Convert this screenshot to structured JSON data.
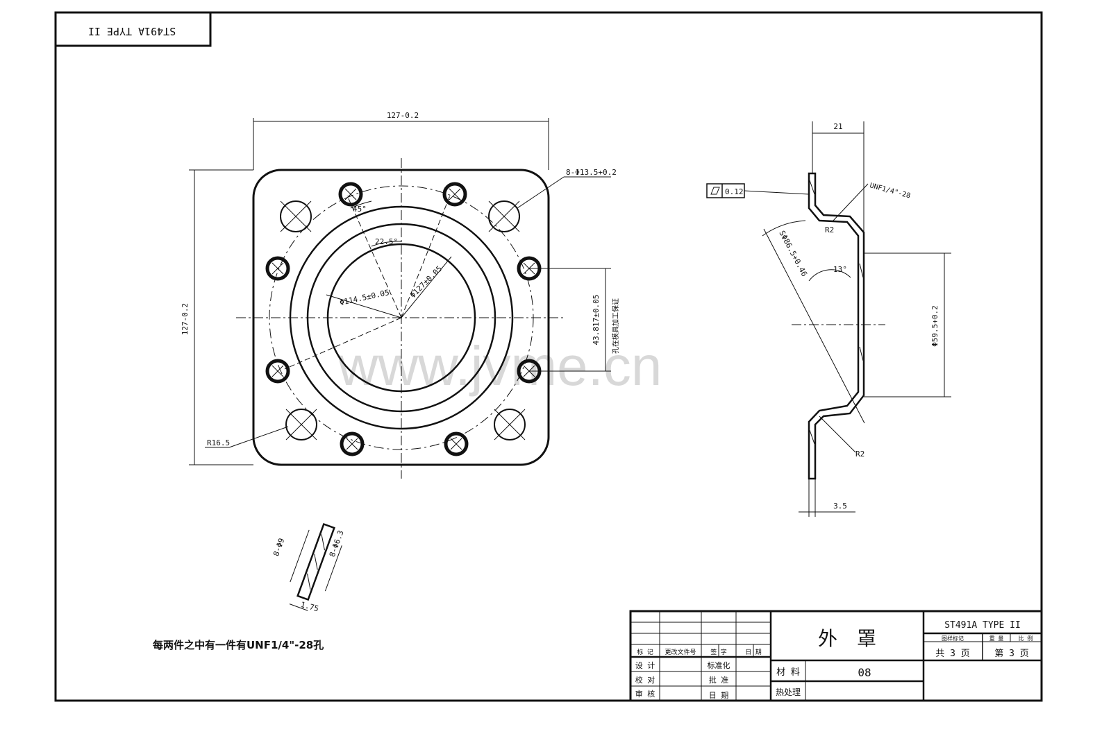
{
  "corner_code": "ST491A TYPE II",
  "plan_view": {
    "dim_width": "127-0.2",
    "dim_height": "127-0.2",
    "dim_hole_dia": "8-Φ13.5+0.2",
    "angle_45": "45°",
    "angle_22_5": "22.5°",
    "dim_inner_dia": "Φ114.5±0.05",
    "dim_outer_dia": "Φ127±0.05",
    "dim_bolt_spacing": "43.817±0.05",
    "bolt_note": "孔在模具加工保证",
    "corner_radius": "R16.5"
  },
  "section_view": {
    "dim_thickness_total": "21",
    "flatness": "0.12",
    "thread_note": "UNF1/4\"-28",
    "dim_sphere": "SΦ86.5+0.46",
    "radius_top": "R2",
    "angle_13": "13°",
    "dim_bore": "Φ59.5+0.2",
    "radius_bottom": "R2",
    "dim_flange": "3.5"
  },
  "detail_view": {
    "dim_a": "8-Φ9",
    "dim_b": "8-Φ6.3",
    "dim_c": "1.75"
  },
  "note": "每两件之中有一件有UNF1/4\"-28孔",
  "watermark": "www.jvme.cn",
  "title_block": {
    "part_name": "外　罩",
    "code": "ST491A TYPE II",
    "material_label": "材 料",
    "material_value": "08",
    "heat_treat_label": "热处理",
    "sheets_total": "共 3 页",
    "sheet_no": "第 3 页",
    "rev_headers": [
      "标 记",
      "更改文件号",
      "签 字",
      "日 期"
    ],
    "sign_rows": [
      {
        "role": "设 计",
        "role2": "标准化"
      },
      {
        "role": "校 对",
        "role2": "批 准"
      },
      {
        "role": "审 核",
        "role2": ""
      },
      {
        "role": "",
        "role2": "日 期"
      }
    ],
    "code_sub_headers": [
      "图样标记",
      "重 量",
      "比 例"
    ]
  }
}
